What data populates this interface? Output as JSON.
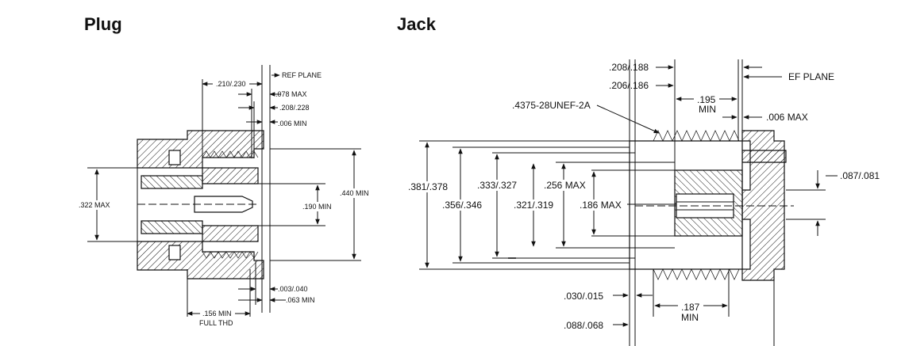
{
  "titles": {
    "plug": "Plug",
    "jack": "Jack"
  },
  "plug": {
    "ref_plane": "REF PLANE",
    "dim_210_230": ".210/.230",
    "dim_078_max": ".078 MAX",
    "dim_208_228": ".208/.228",
    "dim_006_min": ".006 MIN",
    "dim_322_max": ".322 MAX",
    "dim_440_min": ".440 MIN",
    "dim_190_min": ".190 MIN",
    "dim_003_040": ".003/.040",
    "dim_063_min": ".063 MIN",
    "dim_156_min": ".156 MIN",
    "full_thd": "FULL THD"
  },
  "jack": {
    "ref_plane": "EF PLANE",
    "dim_208_188": ".208/.188",
    "dim_206_186": ".206/.186",
    "thread": ".4375-28UNEF-2A",
    "dim_195": ".195",
    "dim_195_min": "MIN",
    "dim_006_max": ".006 MAX",
    "dim_381_378": ".381/.378",
    "dim_356_346": ".356/.346",
    "dim_333_327": ".333/.327",
    "dim_321_319": ".321/.319",
    "dim_256_max": ".256 MAX",
    "dim_186_max": ".186 MAX",
    "dim_087_081": ".087/.081",
    "dim_030_015": ".030/.015",
    "dim_187": ".187",
    "dim_187_min": "MIN",
    "dim_088_068": ".088/.068"
  }
}
